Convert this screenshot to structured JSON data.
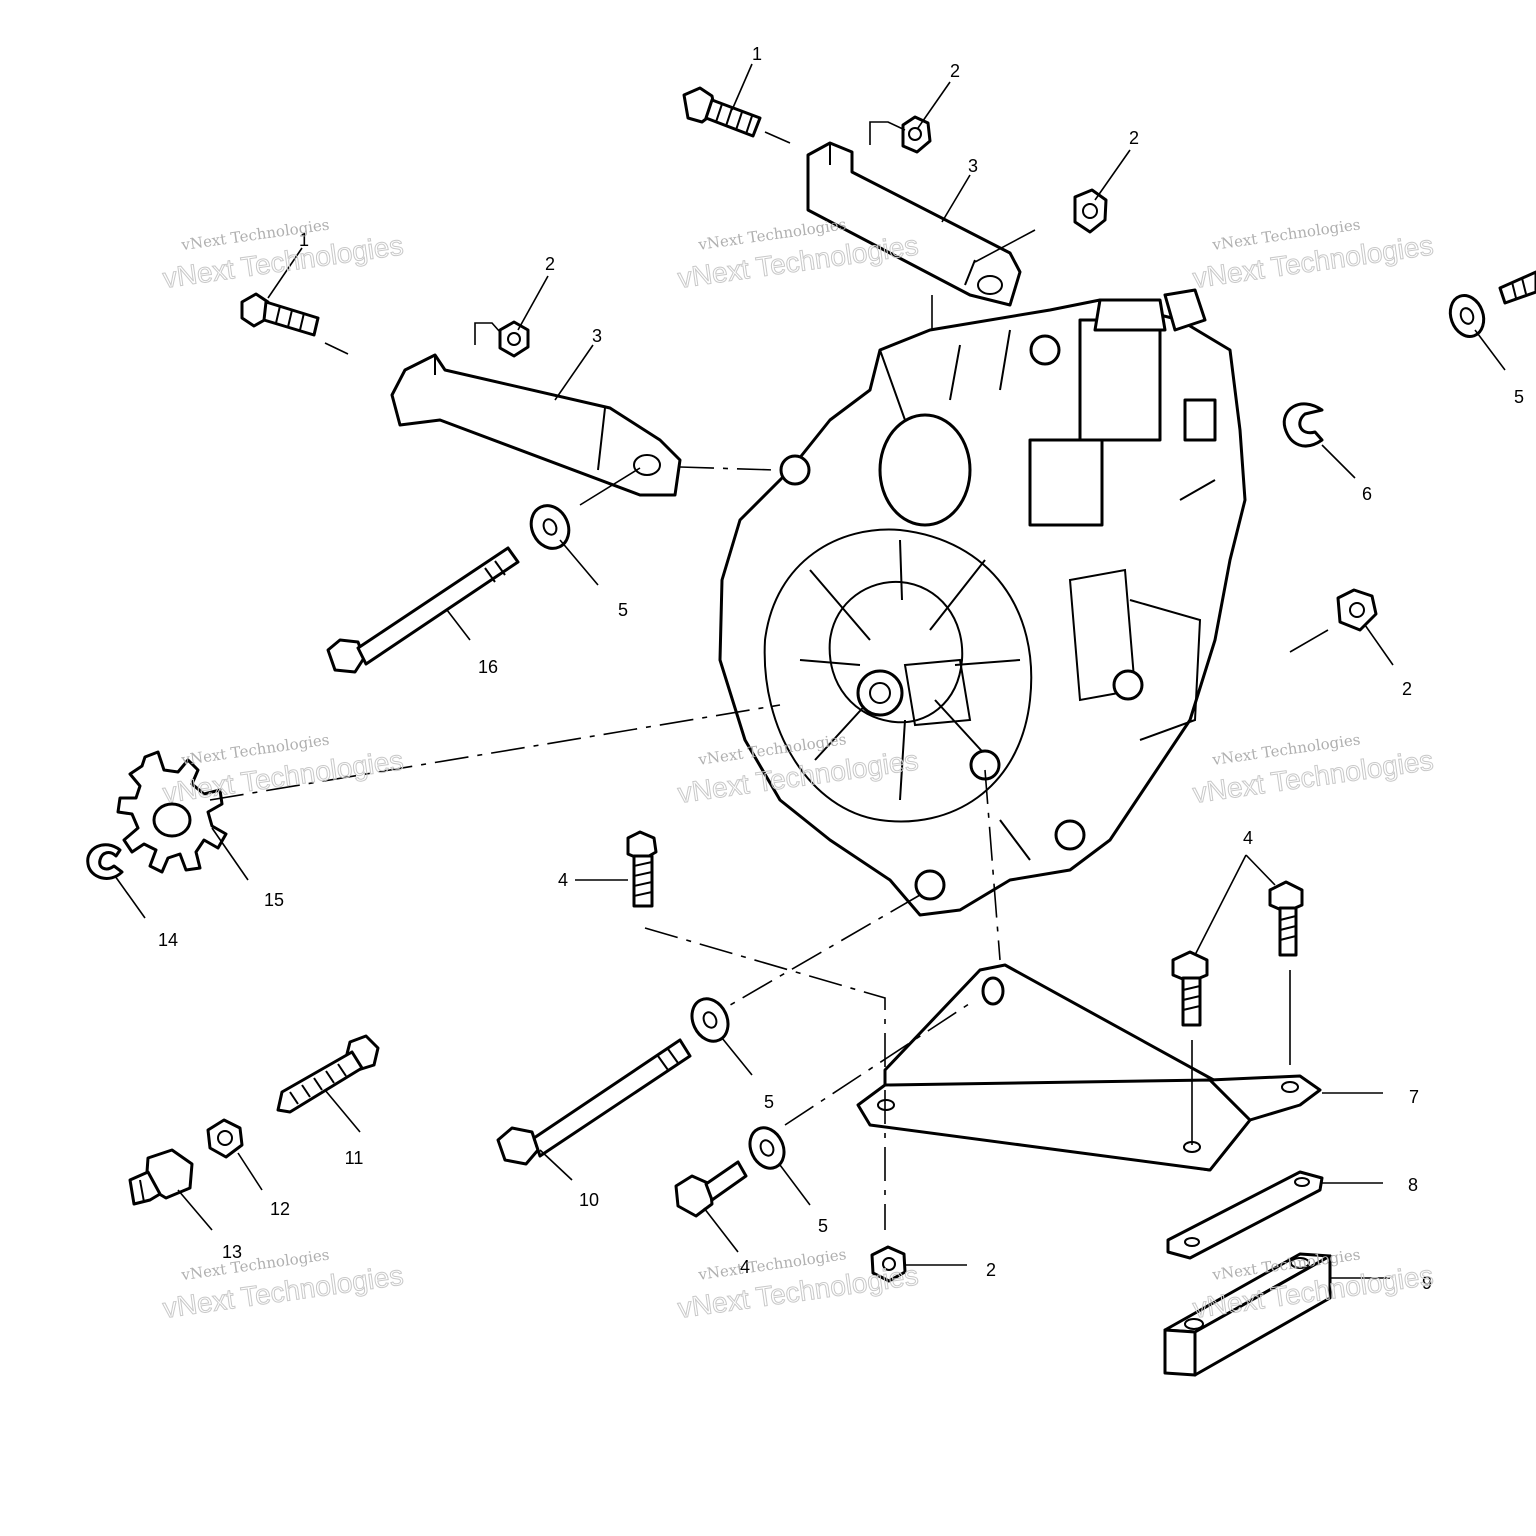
{
  "diagram": {
    "callouts": [
      "1",
      "2",
      "3",
      "1",
      "2",
      "3",
      "2",
      "5",
      "6",
      "5",
      "16",
      "2",
      "4",
      "4",
      "7",
      "5",
      "15",
      "14",
      "11",
      "12",
      "13",
      "10",
      "5",
      "4",
      "2",
      "8",
      "9"
    ],
    "nameplate_text": "",
    "watermark": {
      "line1": "vNext Technologies",
      "line2": "vNext Technologies"
    }
  }
}
